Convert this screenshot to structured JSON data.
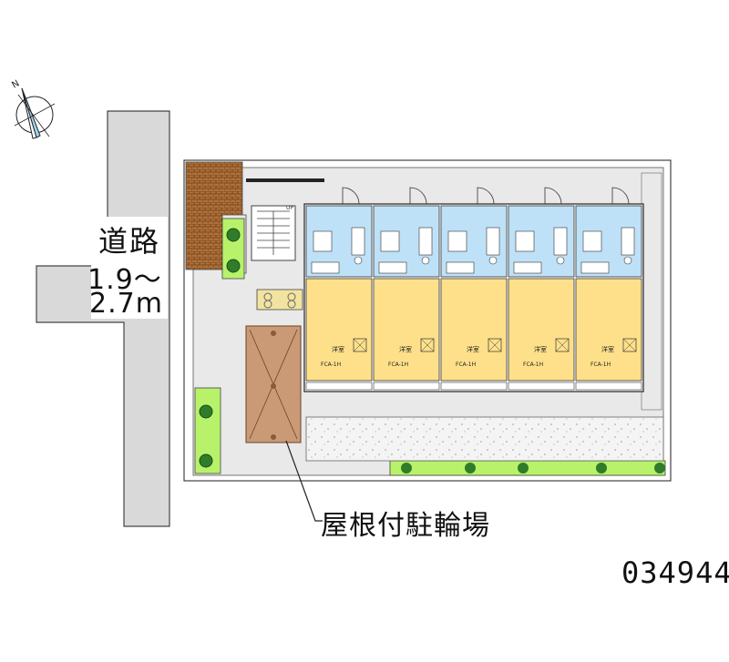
{
  "labels": {
    "road": "道路",
    "road_width_1": "1.9～",
    "road_width_2": "2.7m",
    "bike_parking": "屋根付駐輪場",
    "property_id": "034944",
    "north": "N"
  },
  "units": [
    {
      "room": "洋室",
      "type": "FCA-1H"
    },
    {
      "room": "洋室",
      "type": "FCA-1H"
    },
    {
      "room": "洋室",
      "type": "FCA-1H"
    },
    {
      "room": "洋室",
      "type": "FCA-1H"
    },
    {
      "room": "洋室",
      "type": "FCA-1H"
    }
  ],
  "colors": {
    "road": "#d9d9d9",
    "lot": "#e9e9e9",
    "wet_area": "#bfe1f7",
    "room": "#ffe08a",
    "bike_roof": "#c99a75",
    "green": "#b7f26a",
    "brick": "#8a5a2a",
    "gravel": "#f4f4f4"
  }
}
